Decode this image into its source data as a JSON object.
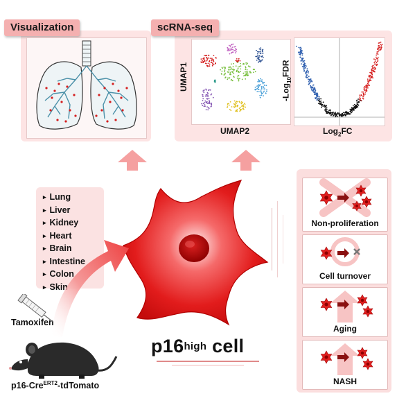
{
  "tags": {
    "visualization": "Visualization",
    "scrnaseq": "scRNA-seq"
  },
  "umap": {
    "ylabel": "UMAP1",
    "xlabel": "UMAP2"
  },
  "volcano": {
    "ylabel_prefix": "-Log",
    "ylabel_sub": "10",
    "ylabel_suffix": "FDR",
    "xlabel_prefix": "Log",
    "xlabel_sub": "2",
    "xlabel_suffix": "FC"
  },
  "organs": [
    "Lung",
    "Liver",
    "Kidney",
    "Heart",
    "Brain",
    "Intestine",
    "Colon",
    "Skin"
  ],
  "center": {
    "title_main": "p16",
    "title_sup": "high",
    "title_tail": " cell"
  },
  "mouse": {
    "drug": "Tamoxifen",
    "strain_prefix": "p16-Cre",
    "strain_sup": "ERT2",
    "strain_suffix": "-tdTomato"
  },
  "phenotypes": [
    "Non-proliferation",
    "Cell turnover",
    "Aging",
    "NASH"
  ],
  "colors": {
    "panel": "#fde4e4",
    "tag": "#f4b0b0",
    "cell": "#e02020",
    "nucleus": "#b80000",
    "volcano_up": "#d62020",
    "volcano_down": "#3060b0",
    "arrow": "#f49a9a"
  }
}
